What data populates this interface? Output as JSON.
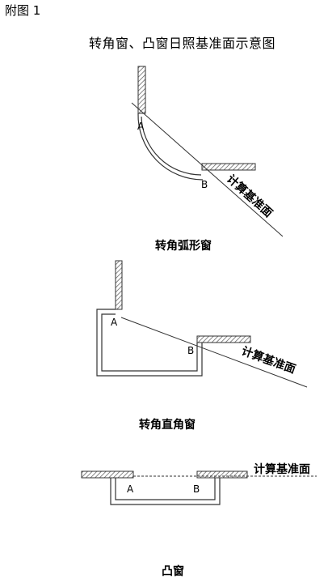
{
  "appendix_label": "附图 1",
  "title": "转角窗、凸窗日照基准面示意图",
  "reference_plane_label": "计算基准面",
  "point_a": "A",
  "point_b": "B",
  "captions": {
    "arc_corner": "转角弧形窗",
    "right_angle_corner": "转角直角窗",
    "bay": "凸窗"
  },
  "colors": {
    "line": "#333333",
    "hatch": "#555555"
  }
}
